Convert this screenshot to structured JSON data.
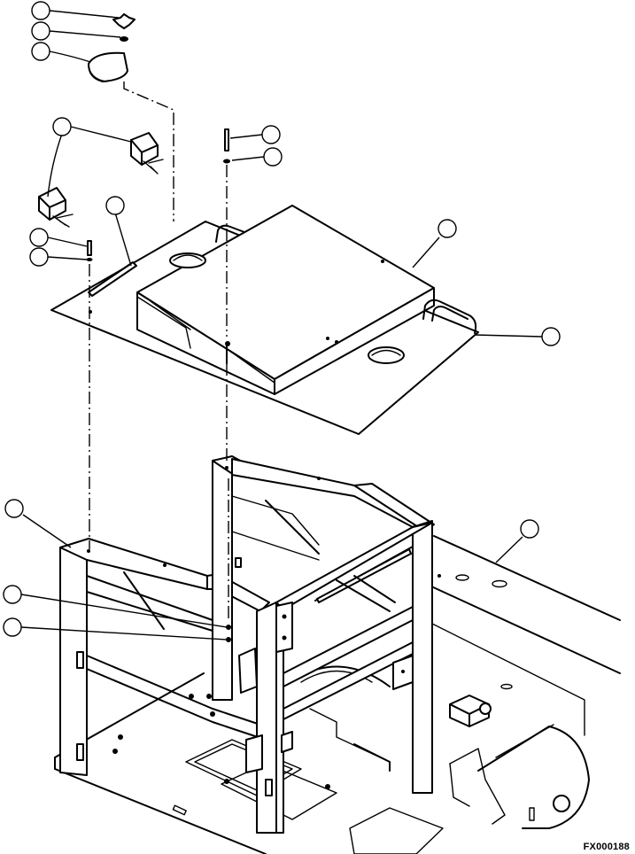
{
  "drawing_code": "FX000188",
  "colors": {
    "line": "#000000",
    "background": "#ffffff"
  },
  "callouts": [
    {
      "id": "knob-bolt"
    },
    {
      "id": "washer-top"
    },
    {
      "id": "cap-cover"
    },
    {
      "id": "mirror-lamps"
    },
    {
      "id": "bolt-right"
    },
    {
      "id": "washer-right"
    },
    {
      "id": "rail-left"
    },
    {
      "id": "bolt-left"
    },
    {
      "id": "washer-left"
    },
    {
      "id": "roof-panel"
    },
    {
      "id": "handle-right"
    },
    {
      "id": "cab-frame"
    },
    {
      "id": "frame-bolt-1"
    },
    {
      "id": "frame-bolt-2"
    },
    {
      "id": "floor-base"
    }
  ]
}
